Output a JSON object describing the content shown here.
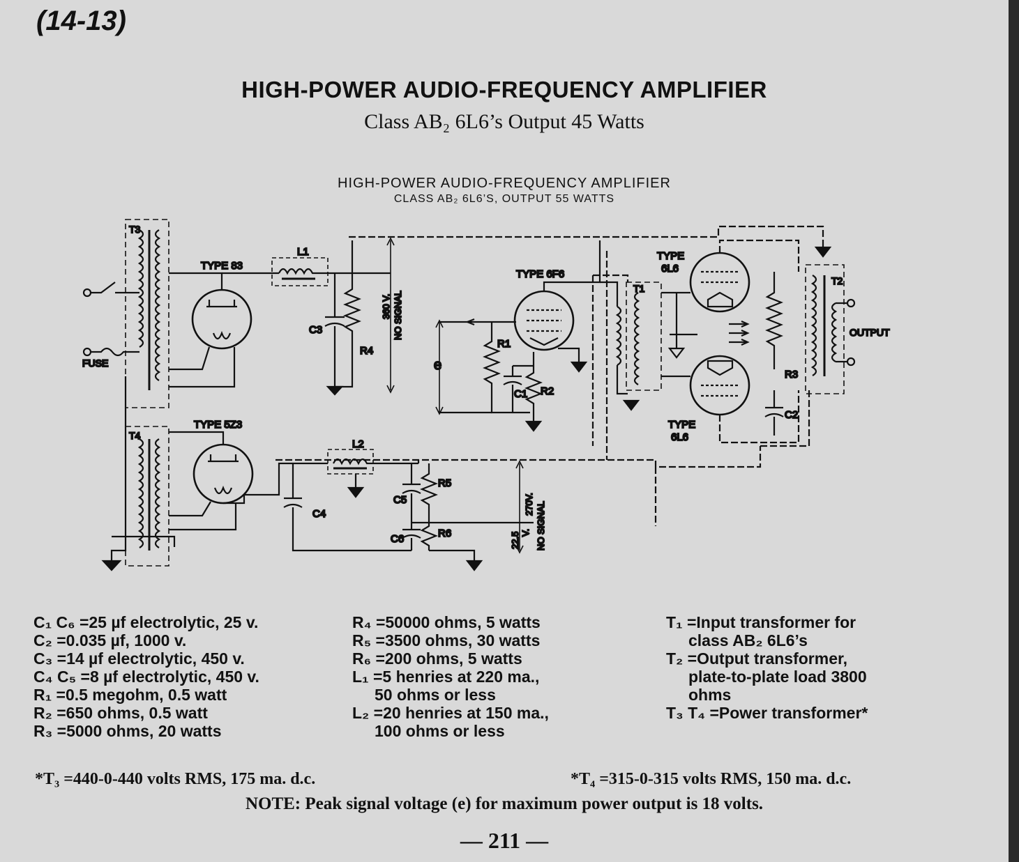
{
  "page": {
    "header_number": "(14-13)",
    "title": "HIGH-POWER AUDIO-FREQUENCY AMPLIFIER",
    "subtitle": "Class AB₂ 6L6’s Output 45 Watts",
    "page_number": "— 211 —"
  },
  "diagram": {
    "title": "HIGH-POWER AUDIO-FREQUENCY AMPLIFIER",
    "subtitle": "CLASS AB₂ 6L6’S, OUTPUT 55 WATTS",
    "labels": {
      "t3": "T3",
      "t4": "T4",
      "t1": "T1",
      "t2": "T2",
      "l1": "L1",
      "l2": "L2",
      "c1": "C1",
      "c2": "C2",
      "c3": "C3",
      "c4": "C4",
      "c5": "C5",
      "c6": "C6",
      "r1": "R1",
      "r2": "R2",
      "r3": "R3",
      "r4": "R4",
      "r5": "R5",
      "r6": "R6",
      "type83": "TYPE 83",
      "type5z3": "TYPE 5Z3",
      "type6f6": "TYPE 6F6",
      "type6l6_top_a": "TYPE",
      "type6l6_top_b": "6L6",
      "type6l6_bot_a": "TYPE",
      "type6l6_bot_b": "6L6",
      "fuse": "FUSE",
      "output": "OUTPUT",
      "e": "e",
      "v360_a": "360 V.",
      "v360_b": "NO SIGNAL",
      "v270_a": "270V.",
      "v270_b": "NO SIGNAL",
      "v225_a": "22.5",
      "v225_b": "V."
    }
  },
  "parts_list": {
    "col1": [
      "C₁ C₆ =25 µf electrolytic, 25 v.",
      "C₂ =0.035 µf, 1000 v.",
      "C₃ =14 µf electrolytic, 450 v.",
      "C₄ C₅ =8 µf electrolytic, 450 v.",
      "R₁ =0.5 megohm, 0.5 watt",
      "R₂ =650 ohms, 0.5 watt",
      "R₃ =5000 ohms, 20 watts"
    ],
    "col2": [
      "R₄ =50000 ohms, 5 watts",
      "R₅ =3500 ohms, 30 watts",
      "R₆ =200 ohms, 5 watts",
      "L₁ =5 henries at 220 ma.,",
      "50 ohms or less",
      "L₂ =20 henries at 150 ma.,",
      "100 ohms or less"
    ],
    "col3": [
      "T₁ =Input transformer for",
      "class AB₂ 6L6’s",
      "T₂ =Output transformer,",
      "plate-to-plate load 3800",
      "ohms",
      "T₃ T₄ =Power transformer*"
    ]
  },
  "footnotes": {
    "t3": "*T₃ =440-0-440 volts RMS, 175 ma. d.c.",
    "t4": "*T₄ =315-0-315 volts RMS, 150 ma. d.c.",
    "note": "NOTE: Peak signal voltage (e) for maximum power output is 18 volts."
  }
}
